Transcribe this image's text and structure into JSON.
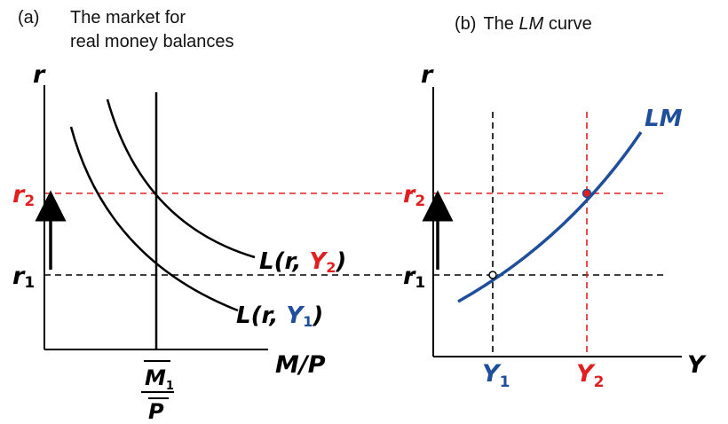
{
  "colors": {
    "red": "#e02020",
    "blue": "#1f4e9a",
    "black": "#000000"
  },
  "panel_a": {
    "label": "(a)",
    "title_line1": "The market for",
    "title_line2": "real money balances",
    "y_axis": "r",
    "x_axis": "M/P",
    "r_low": {
      "base": "r",
      "sub": "1"
    },
    "r_high": {
      "base": "r",
      "sub": "2"
    },
    "supply": {
      "numerator": "M",
      "numerator_sub": "1",
      "denominator": "P"
    },
    "curve1": {
      "pre": "L(r, ",
      "y": "Y",
      "sub": "1",
      "post": ")"
    },
    "curve2": {
      "pre": "L(r, ",
      "y": "Y",
      "sub": "2",
      "post": ")"
    }
  },
  "panel_b": {
    "label": "(b)",
    "title_pre": "The ",
    "title_italic": "LM",
    "title_post": " curve",
    "y_axis": "r",
    "x_axis": "Y",
    "curve_label": "LM",
    "r_low": {
      "base": "r",
      "sub": "1"
    },
    "r_high": {
      "base": "r",
      "sub": "2"
    },
    "y1": {
      "base": "Y",
      "sub": "1"
    },
    "y2": {
      "base": "Y",
      "sub": "2"
    }
  }
}
